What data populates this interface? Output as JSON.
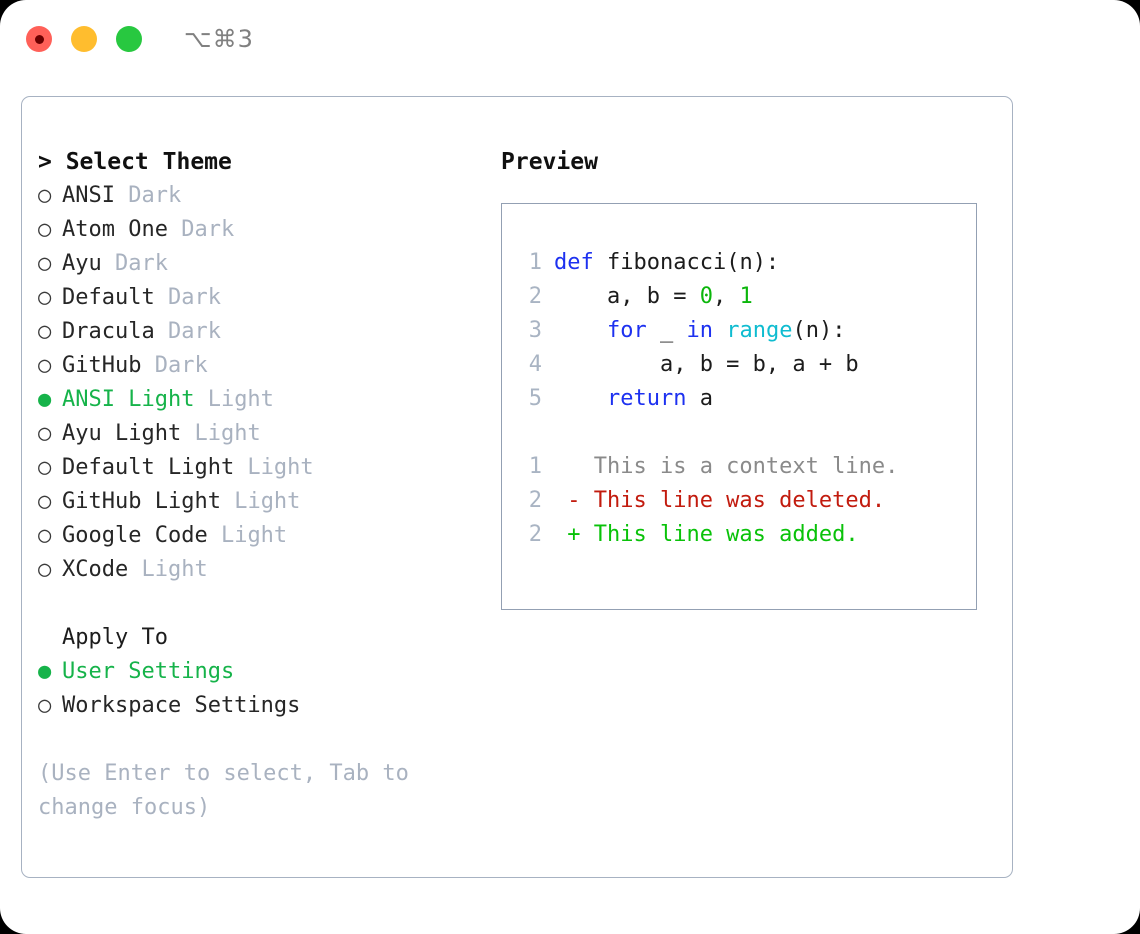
{
  "titlebar": {
    "shortcut": "⌥⌘3",
    "buttons": [
      {
        "name": "close",
        "color": "#ff6058"
      },
      {
        "name": "minimize",
        "color": "#ffbd2e"
      },
      {
        "name": "maximize",
        "color": "#28c840"
      }
    ]
  },
  "theme_panel": {
    "header": "> Select Theme",
    "items": [
      {
        "bullet": "○",
        "name": "ANSI",
        "variant": "Dark",
        "selected": false
      },
      {
        "bullet": "○",
        "name": "Atom One",
        "variant": "Dark",
        "selected": false
      },
      {
        "bullet": "○",
        "name": "Ayu",
        "variant": "Dark",
        "selected": false
      },
      {
        "bullet": "○",
        "name": "Default",
        "variant": "Dark",
        "selected": false
      },
      {
        "bullet": "○",
        "name": "Dracula",
        "variant": "Dark",
        "selected": false
      },
      {
        "bullet": "○",
        "name": "GitHub",
        "variant": "Dark",
        "selected": false
      },
      {
        "bullet": "●",
        "name": "ANSI Light",
        "variant": "Light",
        "selected": true
      },
      {
        "bullet": "○",
        "name": "Ayu Light",
        "variant": "Light",
        "selected": false
      },
      {
        "bullet": "○",
        "name": "Default Light",
        "variant": "Light",
        "selected": false
      },
      {
        "bullet": "○",
        "name": "GitHub Light",
        "variant": "Light",
        "selected": false
      },
      {
        "bullet": "○",
        "name": "Google Code",
        "variant": "Light",
        "selected": false
      },
      {
        "bullet": "○",
        "name": "XCode",
        "variant": "Light",
        "selected": false
      }
    ]
  },
  "apply_to": {
    "header": "Apply To",
    "items": [
      {
        "bullet": "●",
        "label": "User Settings",
        "selected": true
      },
      {
        "bullet": "○",
        "label": "Workspace Settings",
        "selected": false
      }
    ]
  },
  "hint": "(Use Enter to select, Tab to change focus)",
  "preview": {
    "title": "Preview",
    "code": [
      {
        "ln": "1",
        "tokens": [
          {
            "t": "def",
            "c": "kw"
          },
          {
            "t": " fibonacci(n):",
            "c": "plain"
          }
        ]
      },
      {
        "ln": "2",
        "tokens": [
          {
            "t": "    a, b = ",
            "c": "plain"
          },
          {
            "t": "0",
            "c": "num"
          },
          {
            "t": ", ",
            "c": "plain"
          },
          {
            "t": "1",
            "c": "num"
          }
        ]
      },
      {
        "ln": "3",
        "tokens": [
          {
            "t": "    ",
            "c": "plain"
          },
          {
            "t": "for",
            "c": "kw"
          },
          {
            "t": " _ ",
            "c": "plain"
          },
          {
            "t": "in",
            "c": "kw"
          },
          {
            "t": " ",
            "c": "plain"
          },
          {
            "t": "range",
            "c": "fn"
          },
          {
            "t": "(n):",
            "c": "plain"
          }
        ]
      },
      {
        "ln": "4",
        "tokens": [
          {
            "t": "        a, b = b, a + b",
            "c": "plain"
          }
        ]
      },
      {
        "ln": "5",
        "tokens": [
          {
            "t": "    ",
            "c": "plain"
          },
          {
            "t": "return",
            "c": "kw"
          },
          {
            "t": " a",
            "c": "plain"
          }
        ]
      }
    ],
    "diff": [
      {
        "ln": "1",
        "tokens": [
          {
            "t": "   This is a context line.",
            "c": "ctx"
          }
        ]
      },
      {
        "ln": "2",
        "tokens": [
          {
            "t": " - This line was deleted.",
            "c": "del"
          }
        ]
      },
      {
        "ln": "2",
        "tokens": [
          {
            "t": " + This line was added.",
            "c": "add"
          }
        ]
      }
    ]
  },
  "colors": {
    "accent_green": "#16b34a",
    "muted": "#a9b2c0",
    "border": "#a7b2c2",
    "preview_border": "#93a0b3",
    "keyword": "#1d31f0",
    "number": "#0bb60b",
    "function": "#0fbcd0",
    "diff_deleted": "#c21b0e",
    "diff_added": "#09c209"
  }
}
